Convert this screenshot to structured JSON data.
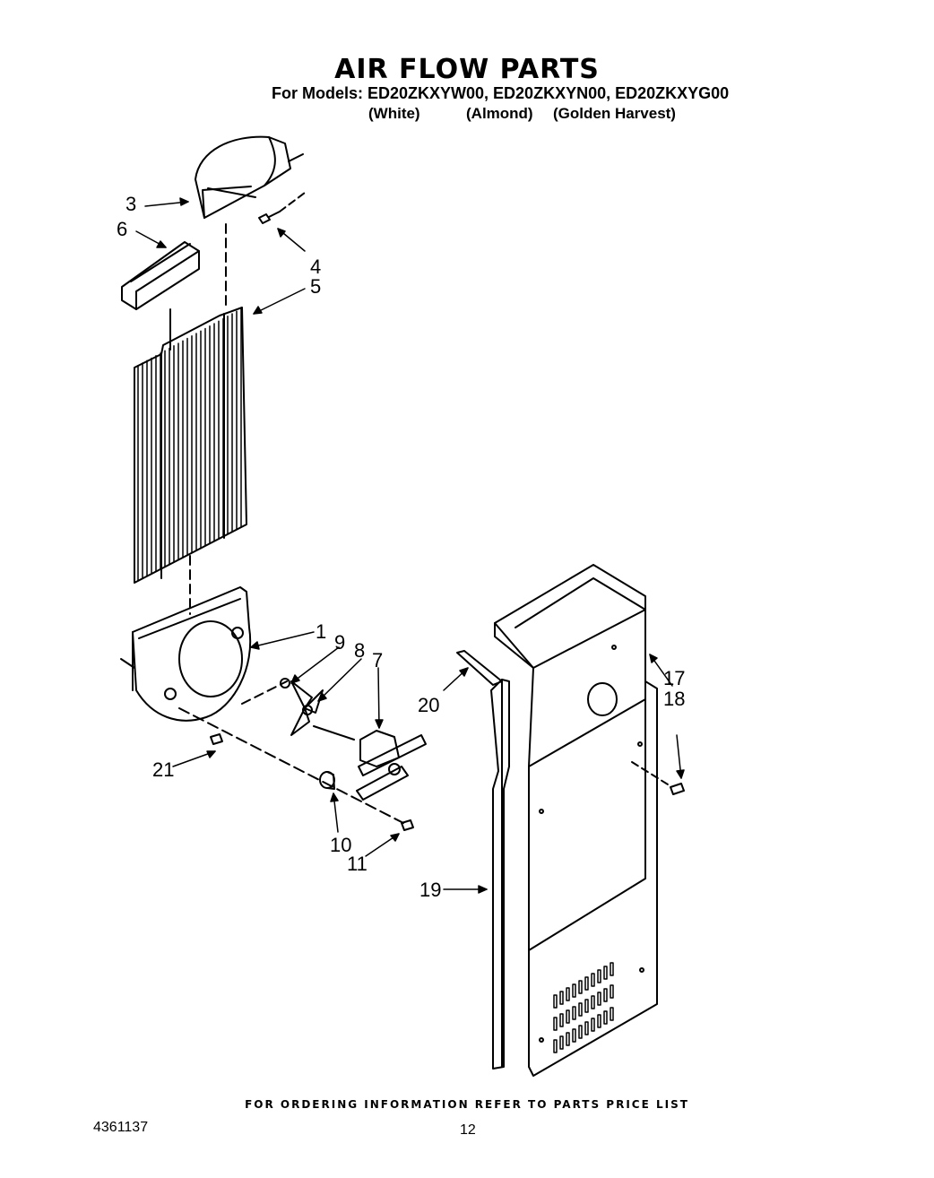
{
  "header": {
    "title": "AIR FLOW PARTS",
    "models_line": "For Models: ED20ZKXYW00, ED20ZKXYN00, ED20ZKXYG00",
    "color_white": "(White)",
    "color_almond": "(Almond)",
    "color_golden": "(Golden Harvest)"
  },
  "callouts": {
    "p1": "1",
    "p3": "3",
    "p4": "4",
    "p5": "5",
    "p6": "6",
    "p7": "7",
    "p8": "8",
    "p9": "9",
    "p10": "10",
    "p11": "11",
    "p17": "17",
    "p18": "18",
    "p19": "19",
    "p20": "20",
    "p21": "21"
  },
  "footer": {
    "ordering_note": "FOR ORDERING INFORMATION REFER TO PARTS PRICE LIST",
    "doc_number": "4361137",
    "page_number": "12"
  }
}
